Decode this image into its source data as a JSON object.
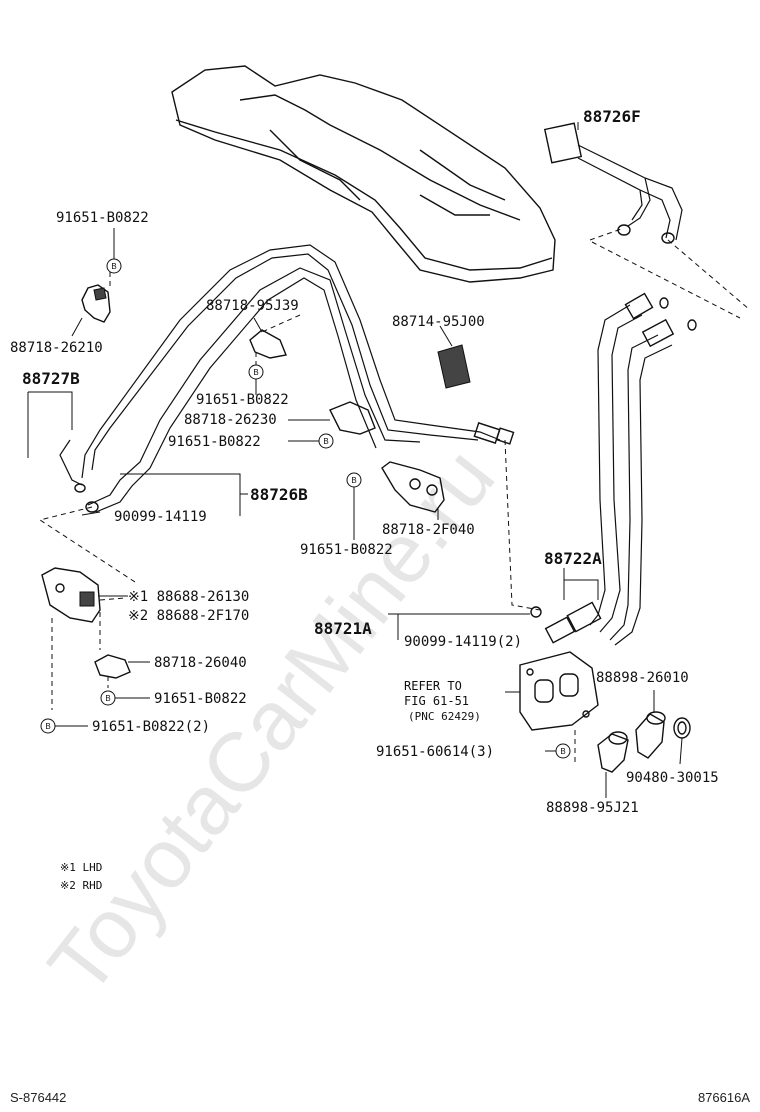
{
  "watermark": "ToyotaCarMine.ru",
  "footer": {
    "left": "S-876442",
    "right": "876616A"
  },
  "bolt_marker": "B",
  "notes": {
    "lhd": "※1 LHD",
    "rhd": "※2 RHD"
  },
  "refer": {
    "line1": "REFER TO",
    "fig": "FIG 61-51",
    "pnc": "(PNC 62429)"
  },
  "labels": {
    "p88726F": "88726F",
    "p91651_B0822_top": "91651-B0822",
    "p88718_26210": "88718-26210",
    "p88727B": "88727B",
    "p88718_95J39": "88718-95J39",
    "p88714_95J00": "88714-95J00",
    "p91651_B0822_b": "91651-B0822",
    "p88718_26230": "88718-26230",
    "p91651_B0822_c": "91651-B0822",
    "p88726B": "88726B",
    "p90099_14119": "90099-14119",
    "p88718_2F040": "88718-2F040",
    "p91651_B0822_d": "91651-B0822",
    "p88722A": "88722A",
    "p88688_26130": "※1 88688-26130",
    "p88688_2F170": "※2 88688-2F170",
    "p88721A": "88721A",
    "p90099_14119_2": "90099-14119(2)",
    "p88718_26040": "88718-26040",
    "p91651_B0822_e": "91651-B0822",
    "p91651_B0822_2": "91651-B0822(2)",
    "p88898_26010": "88898-26010",
    "p91651_60614_3": "91651-60614(3)",
    "p90480_30015": "90480-30015",
    "p88898_95J21": "88898-95J21"
  }
}
